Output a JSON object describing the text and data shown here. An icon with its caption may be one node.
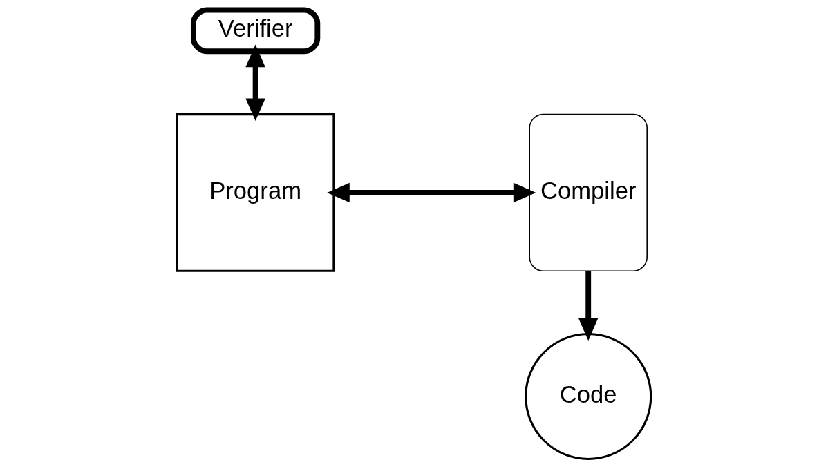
{
  "diagram": {
    "nodes": [
      {
        "text": [
          "Verifier"
        ]
      },
      {
        "text": [
          "Program"
        ]
      },
      {
        "text": [
          "Compiler"
        ]
      },
      {
        "text": [
          "Code"
        ]
      }
    ],
    "edges": [
      {
        "from": 0,
        "to": 1,
        "arrow": "both"
      },
      {
        "from": 1,
        "to": 2,
        "arrow": "both"
      },
      {
        "from": 2,
        "to": 3,
        "arrow": "to"
      }
    ]
  }
}
